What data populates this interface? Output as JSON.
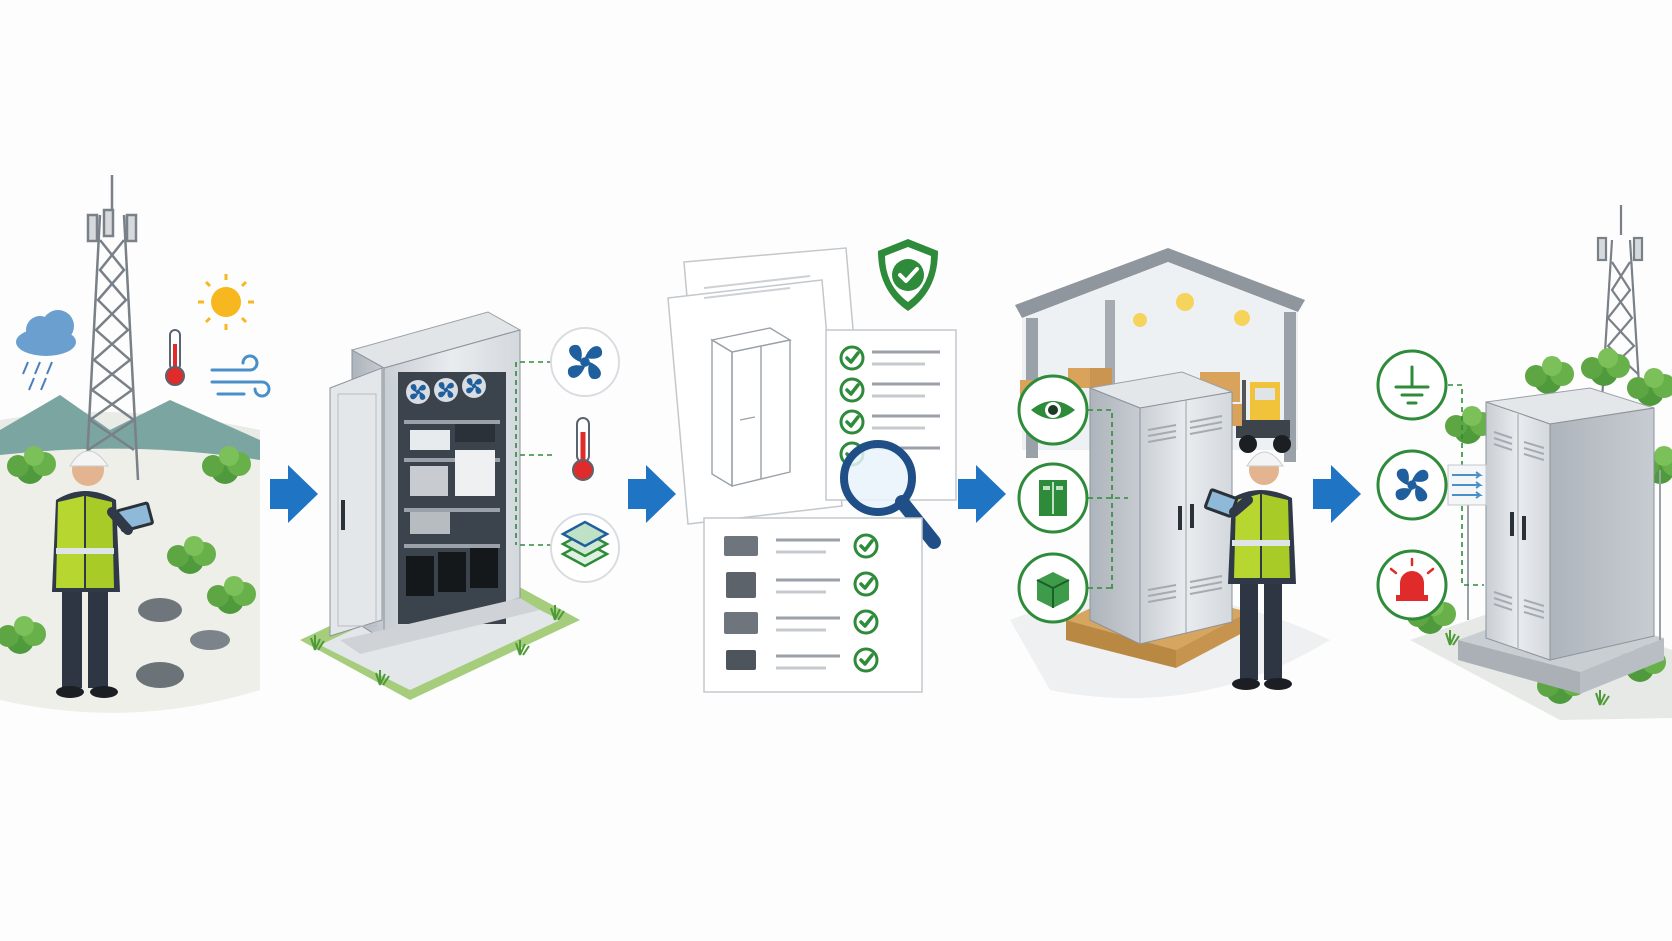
{
  "diagram": {
    "stages": [
      {
        "id": "site-survey",
        "icons": [
          "rain-cloud-icon",
          "sun-icon",
          "thermometer-icon",
          "wind-icon",
          "telecom-tower-icon",
          "engineer-with-tablet-icon"
        ]
      },
      {
        "id": "cabinet-design",
        "icons": [
          "fan-icon",
          "thermometer-icon",
          "layers-icon"
        ]
      },
      {
        "id": "document-review",
        "icons": [
          "shield-check-icon",
          "checklist-icon",
          "magnifier-icon",
          "component-checklist-icon"
        ]
      },
      {
        "id": "warehouse-inspection",
        "icons": [
          "eye-icon",
          "cabinet-icon",
          "package-icon",
          "forklift-icon",
          "engineer-with-tablet-icon"
        ]
      },
      {
        "id": "site-installation",
        "icons": [
          "ground-icon",
          "fan-airflow-icon",
          "alarm-beacon-icon",
          "telecom-tower-icon"
        ]
      }
    ],
    "connector": "arrow-right-icon",
    "colors": {
      "arrow": "#1f74c4",
      "accent_green": "#2e8b3a",
      "accent_blue": "#1f5f9e",
      "alarm_red": "#e02b2b",
      "cabinet_grey": "#dfe3e7"
    }
  }
}
